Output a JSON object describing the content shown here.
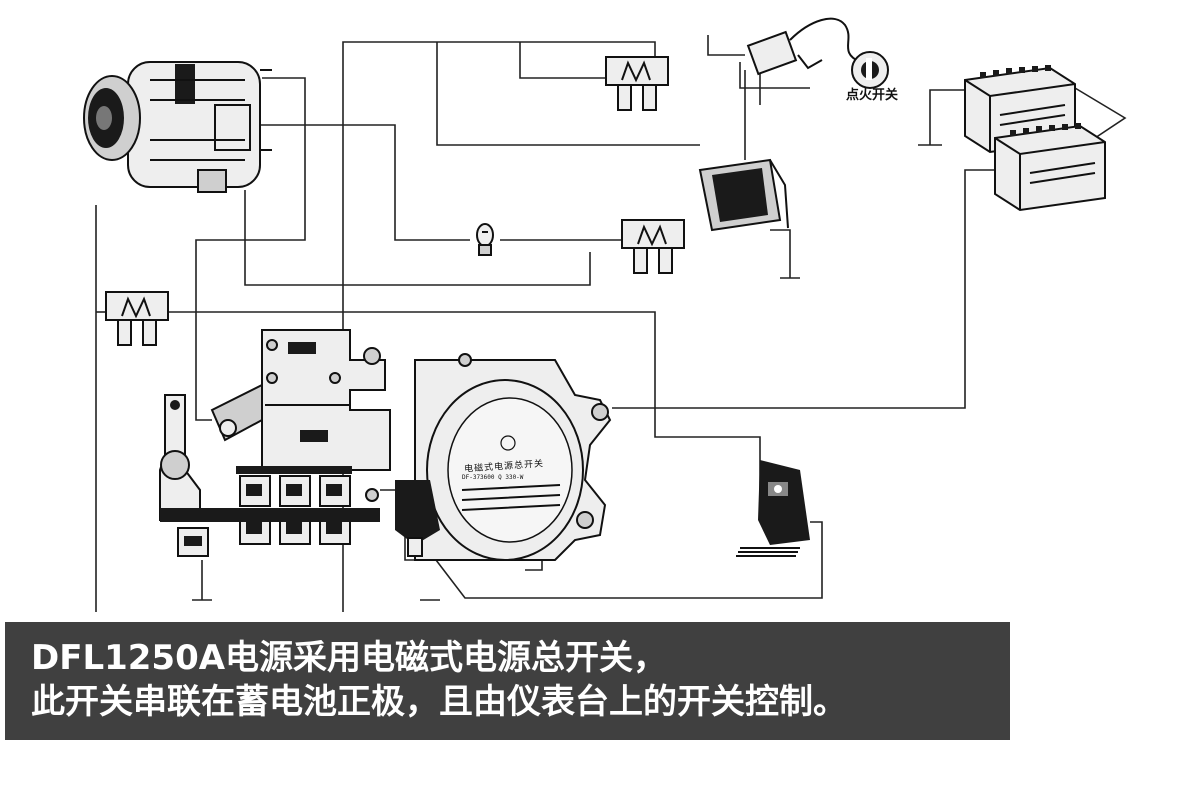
{
  "diagram": {
    "labels": {
      "ignition_switch": "点火开关",
      "master_switch_nameplate": "电磁式电源总开关",
      "master_switch_model": "DF-373600 Q 330-W"
    }
  },
  "caption": {
    "line1": "DFL1250A电源采用电磁式电源总开关，",
    "line2": "此开关串联在蓄电池正极，且由仪表台上的开关控制。"
  }
}
